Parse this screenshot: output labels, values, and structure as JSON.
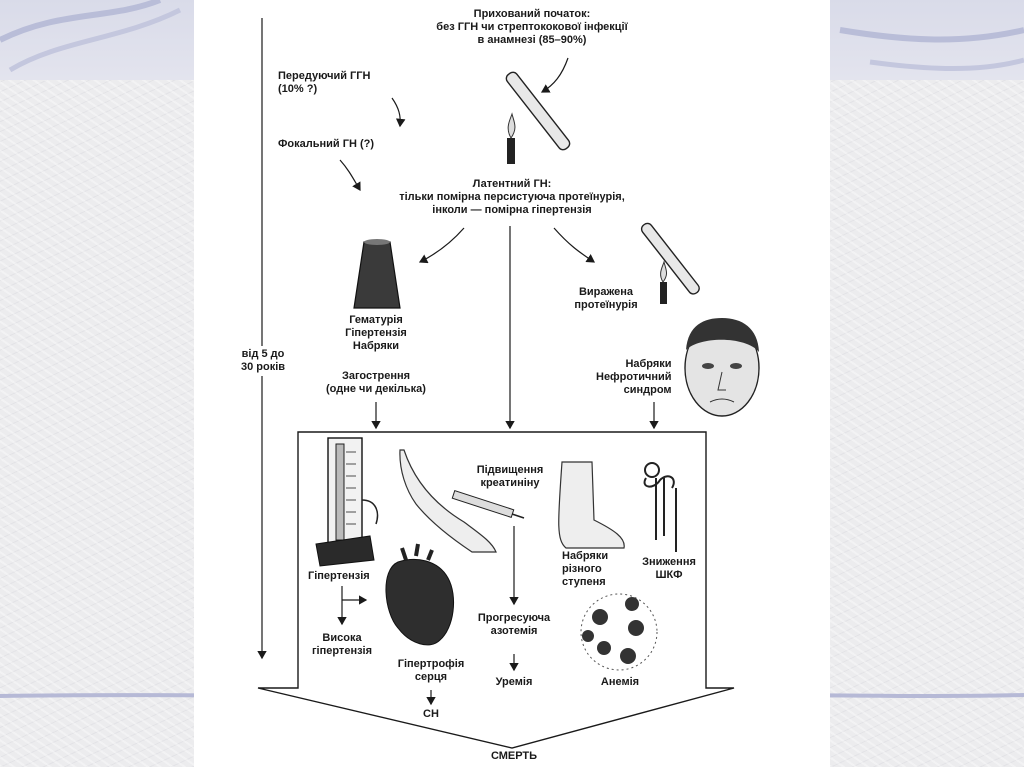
{
  "diagram": {
    "hidden_onset": [
      "Прихований початок:",
      "без ГГН чи стрептококової інфекції",
      "в анамнезі (85–90%)"
    ],
    "prior_agn": [
      "Передуючий ГГН",
      "(10% ?)"
    ],
    "focal_gn": "Фокальний ГН (?)",
    "latent_gn": [
      "Латентний ГН:",
      "тільки помірна персистуюча протеїнурія,",
      "інколи — помірна гіпертензія"
    ],
    "hematuria_group": [
      "Гематурія",
      "Гіпертензія",
      "Набряки"
    ],
    "exacerbation": [
      "Загострення",
      "(одне чи декілька)"
    ],
    "severe_proteinuria": [
      "Виражена",
      "протеїнурія"
    ],
    "nephrotic": [
      "Набряки",
      "Нефротичний",
      "синдром"
    ],
    "duration": [
      "від 5 до",
      "30 років"
    ],
    "creatinine": [
      "Підвищення",
      "креатиніну"
    ],
    "edema_degree": [
      "Набряки",
      "різного",
      "ступеня"
    ],
    "gfr": [
      "Зниження",
      "ШКФ"
    ],
    "hypertension": "Гіпертензія",
    "high_hypertension": [
      "Висока",
      "гіпертензія"
    ],
    "hypertrophy": [
      "Гіпертрофія",
      "серця"
    ],
    "progressive_azotemia": [
      "Прогресуюча",
      "азотемія"
    ],
    "uremia": "Уремія",
    "anemia": "Анемія",
    "heart_failure": "СН",
    "death": "СМЕРТЬ"
  }
}
